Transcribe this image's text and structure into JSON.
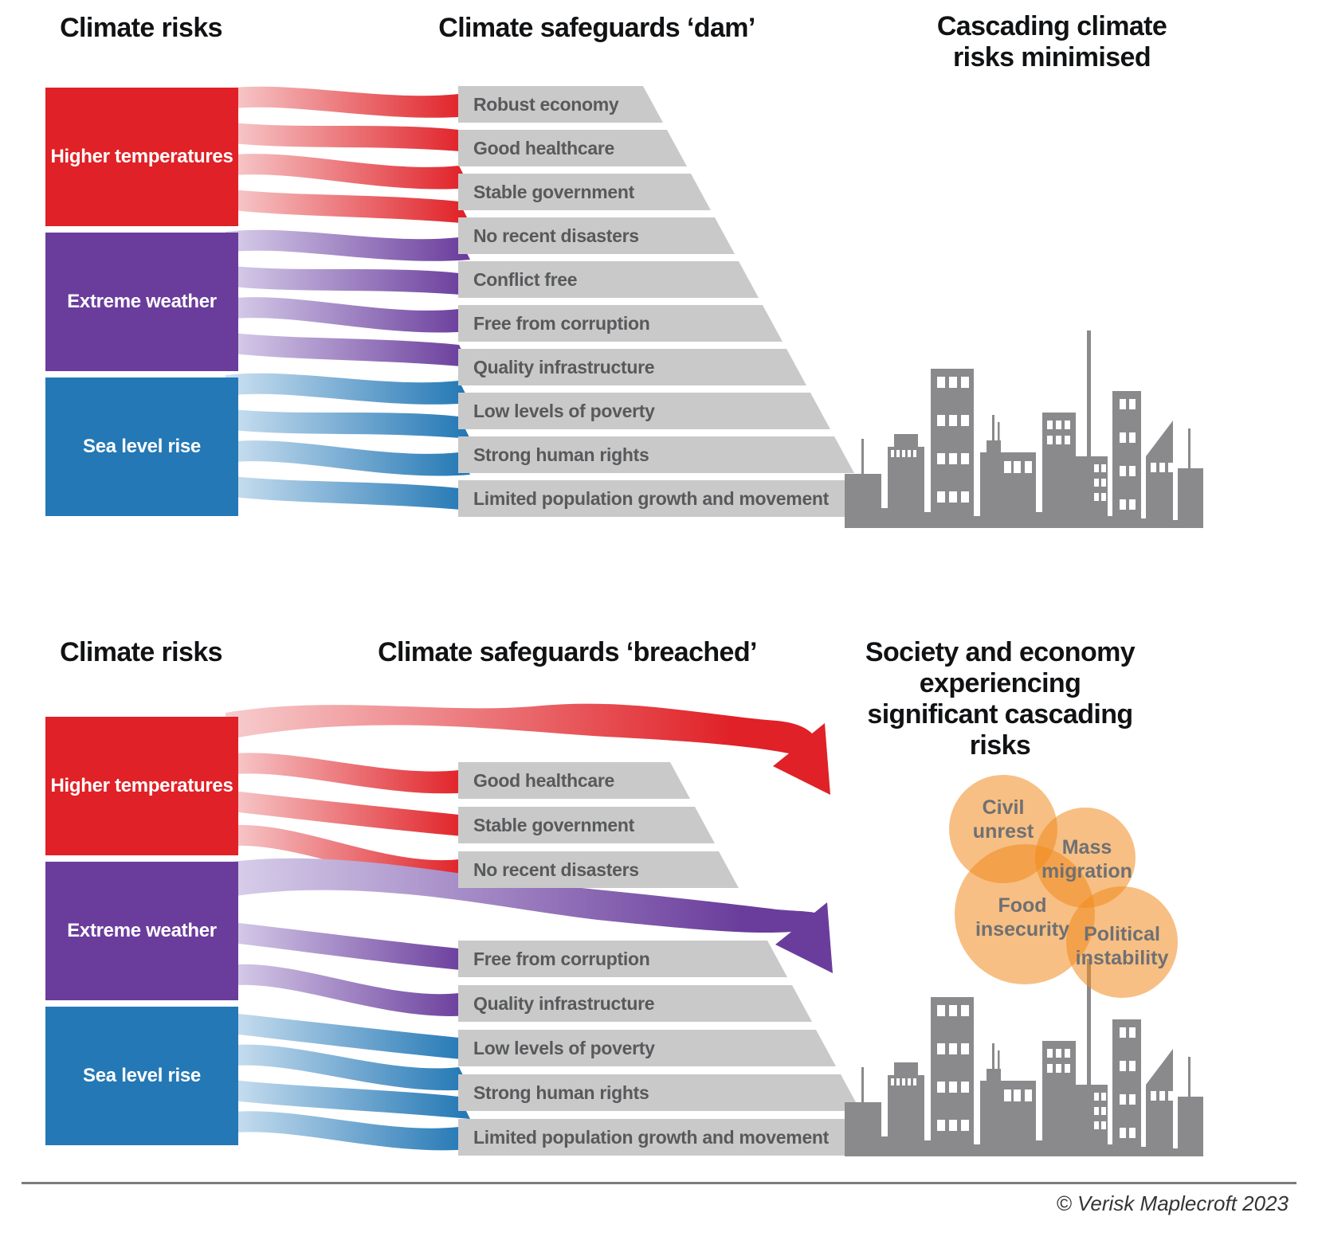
{
  "panel_dam": {
    "heading_risks": "Climate risks",
    "heading_safeguards": "Climate safeguards ‘dam’",
    "heading_outcome": "Cascading climate\nrisks minimised",
    "risks": [
      {
        "label": "Higher temperatures",
        "color": "#E02127"
      },
      {
        "label": "Extreme weather",
        "color": "#6A3D9C"
      },
      {
        "label": "Sea level rise",
        "color": "#2478B5"
      }
    ],
    "safeguards": [
      "Robust economy",
      "Good healthcare",
      "Stable government",
      "No recent disasters",
      "Conflict free",
      "Free from corruption",
      "Quality infrastructure",
      "Low levels of poverty",
      "Strong human rights",
      "Limited population growth and movement"
    ]
  },
  "panel_breached": {
    "heading_risks": "Climate risks",
    "heading_safeguards": "Climate safeguards ‘breached’",
    "heading_outcome": "Society and economy experiencing\nsignificant cascading risks",
    "risks": [
      {
        "label": "Higher temperatures",
        "color": "#E02127"
      },
      {
        "label": "Extreme weather",
        "color": "#6A3D9C"
      },
      {
        "label": "Sea level rise",
        "color": "#2478B5"
      }
    ],
    "safeguards": [
      "Good healthcare",
      "Stable government",
      "No recent disasters",
      "Free from corruption",
      "Quality infrastructure",
      "Low levels of poverty",
      "Strong human rights",
      "Limited population growth and movement"
    ],
    "impacts": [
      "Civil\nunrest",
      "Mass\nmigration",
      "Food\ninsecurity",
      "Political\ninstability"
    ]
  },
  "colors": {
    "risk_red": "#E02127",
    "risk_purple": "#6A3D9C",
    "risk_blue": "#2478B5",
    "safeguard_bar_gray": "#C9C9C9",
    "safeguard_text_gray": "#58595B",
    "skyline_gray": "#8A8A8C",
    "impact_orange": "#F08A1D",
    "impact_text_gray": "#6F7072"
  },
  "footer": {
    "credit": "© Verisk Maplecroft 2023"
  }
}
